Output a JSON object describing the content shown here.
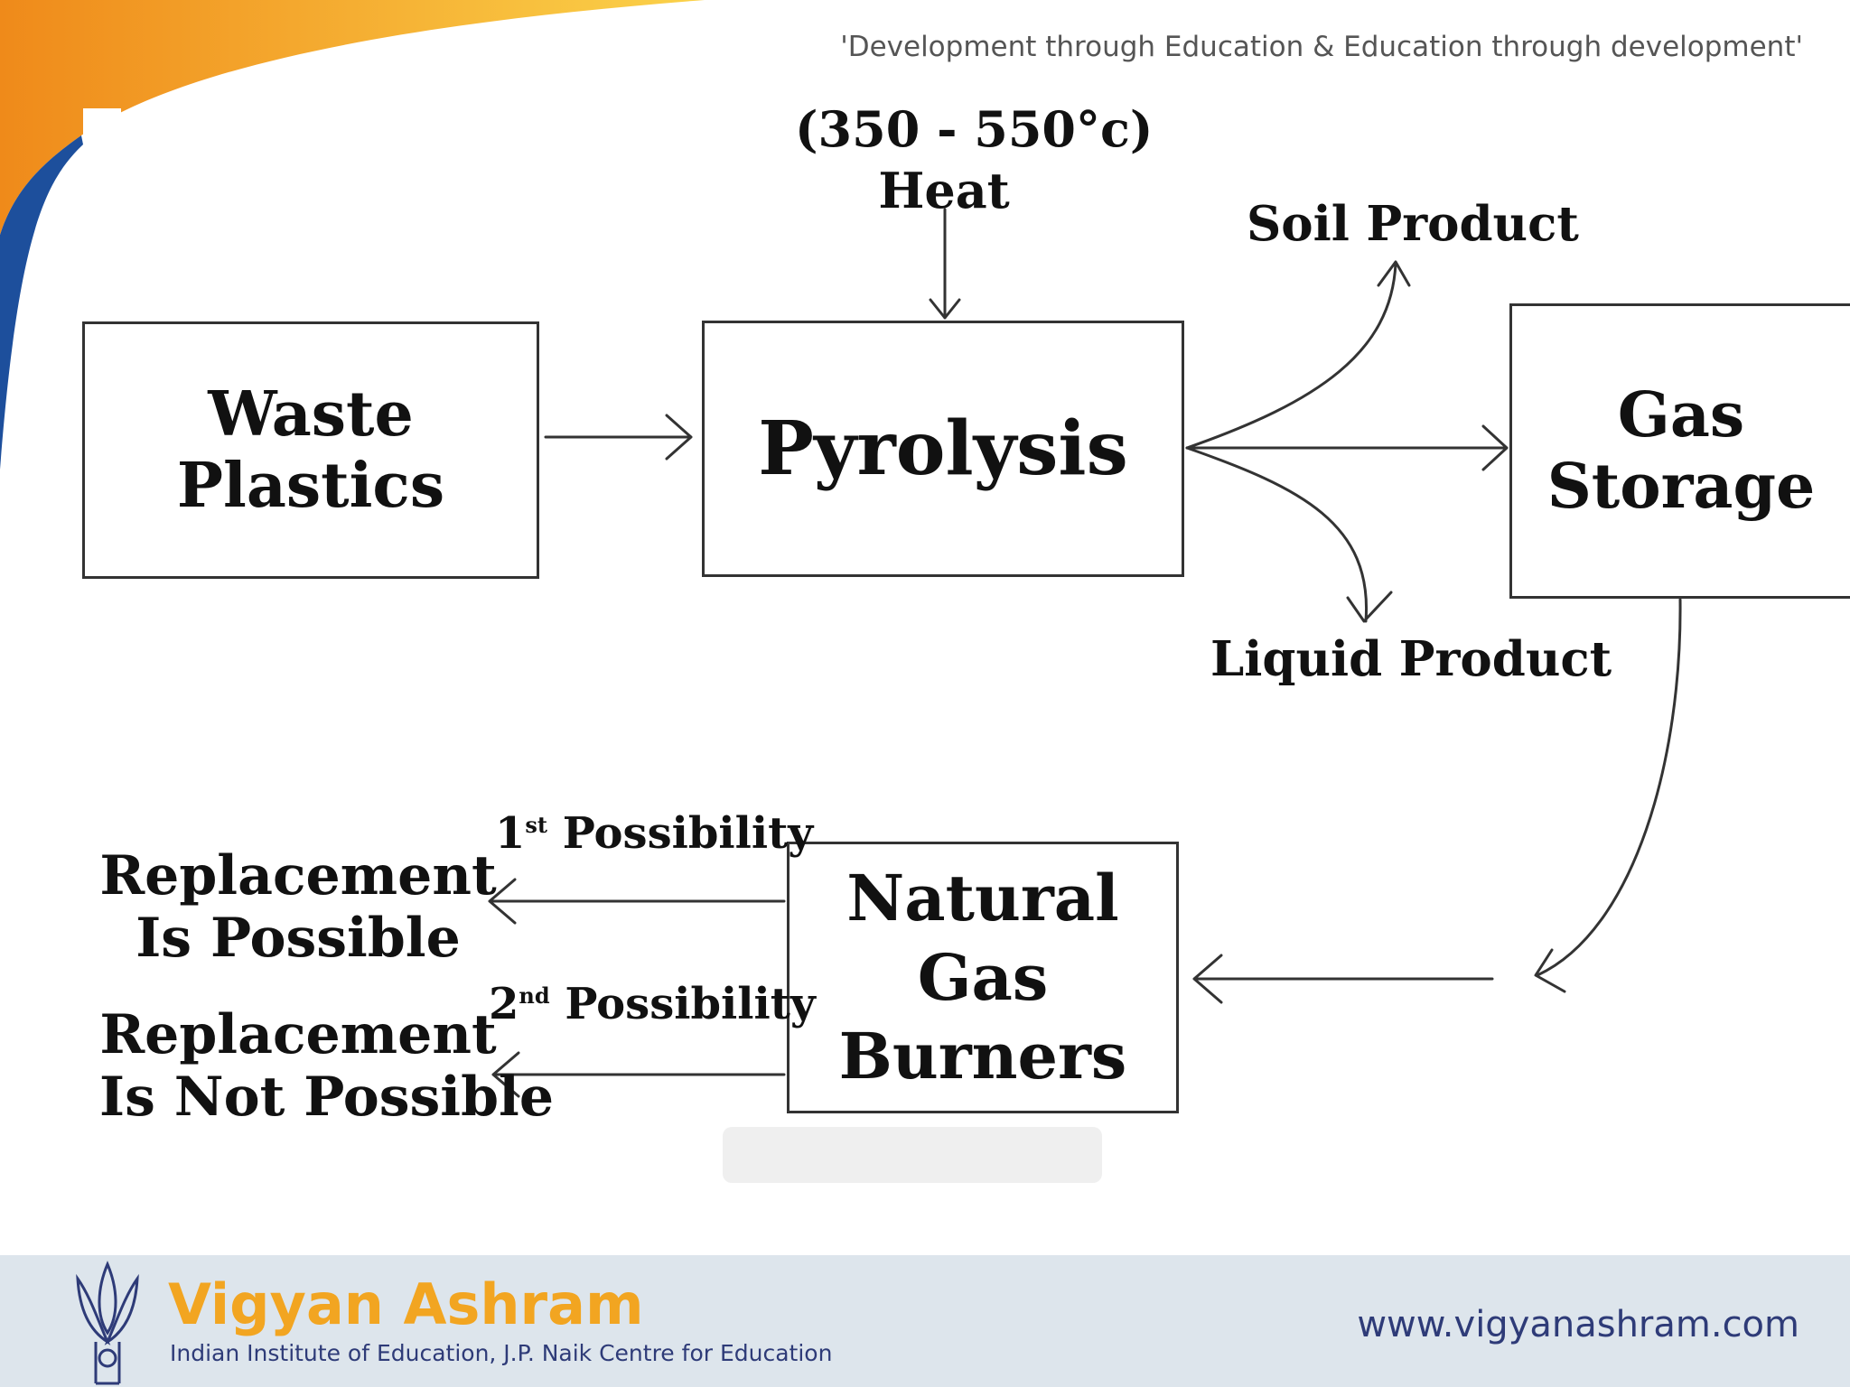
{
  "tagline": "'Development through Education & Education through development'",
  "diagram": {
    "nodes": {
      "waste_plastics": [
        "Waste",
        "Plastics"
      ],
      "pyrolysis": [
        "Pyrolysis"
      ],
      "gas_storage": [
        "Gas",
        "Storage"
      ],
      "natural_gas_burners": [
        "Natural",
        "Gas",
        "Burners"
      ]
    },
    "heat": {
      "temperature": "(350 - 550°c)",
      "label": "Heat"
    },
    "products": {
      "soil": "Soil Product",
      "liquid": "Liquid Product"
    },
    "possibilities": {
      "first": {
        "ordinal": "1",
        "suffix": "st",
        "label": " Possibility"
      },
      "second": {
        "ordinal": "2",
        "suffix": "nd",
        "label": " Possibility"
      }
    },
    "outcomes": {
      "first": [
        "Replacement",
        "Is Possible"
      ],
      "second": [
        "Replacement",
        "Is Not Possible"
      ]
    }
  },
  "footer": {
    "brand": "Vigyan Ashram",
    "subtitle": "Indian Institute of Education, J.P. Naik Centre for Education",
    "website": "www.vigyanashram.com"
  },
  "colors": {
    "brand_orange": "#f2a521",
    "brand_blue": "#2e3b78",
    "footer_bg": "#dde5ec"
  }
}
